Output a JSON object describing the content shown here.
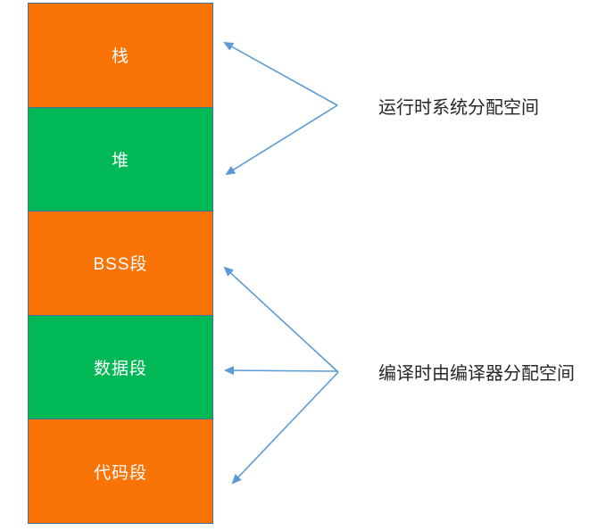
{
  "diagram": {
    "title": "memory-layout-diagram",
    "segments": [
      {
        "label": "栈",
        "color": "#F97306"
      },
      {
        "label": "堆",
        "color": "#00B956"
      },
      {
        "label": "BSS段",
        "color": "#F97306"
      },
      {
        "label": "数据段",
        "color": "#00B956"
      },
      {
        "label": "代码段",
        "color": "#F97306"
      }
    ],
    "border_color": "#41719C",
    "arrow_color": "#5B9BD5",
    "label_text_color": "#ffffff",
    "annotation_text_color": "#262626",
    "annotations": [
      {
        "text": "运行时系统分配空间",
        "targets": [
          "栈",
          "堆"
        ]
      },
      {
        "text": "编译时由编译器分配空间",
        "targets": [
          "BSS段",
          "数据段",
          "代码段"
        ]
      }
    ]
  }
}
